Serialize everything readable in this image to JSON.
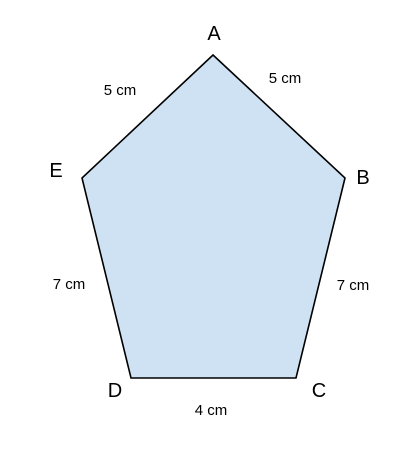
{
  "shape": {
    "fill_color": "#cfe2f3",
    "stroke_color": "#000000"
  },
  "vertices": {
    "A": "A",
    "B": "B",
    "C": "C",
    "D": "D",
    "E": "E"
  },
  "sides": {
    "ab": "5 cm",
    "bc": "7 cm",
    "cd": "4 cm",
    "de": "7 cm",
    "ea": "5 cm"
  }
}
